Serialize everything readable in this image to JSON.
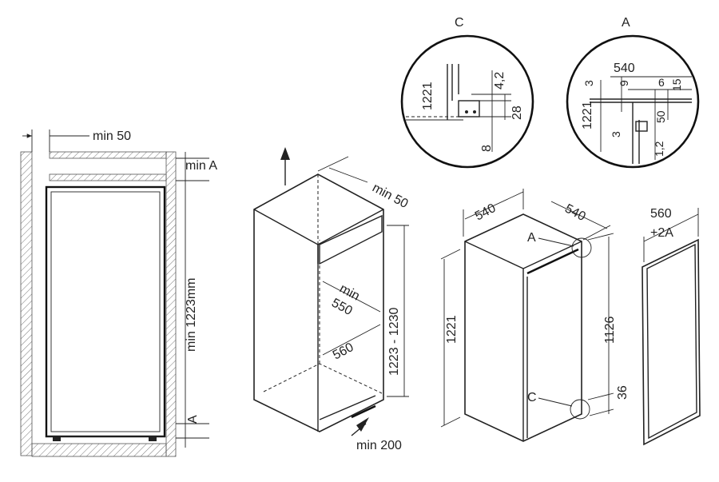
{
  "front_section": {
    "min_50": "min 50",
    "min_a": "min A",
    "min_height": "min 1223mm",
    "a_bottom": "A"
  },
  "niche_iso": {
    "min_50": "min 50",
    "min": "min",
    "w550": "550",
    "w560": "560",
    "height_range": "1223 - 1230",
    "min_200": "min 200"
  },
  "appliance_iso": {
    "depth_540": "540",
    "width_540": "540",
    "height_1221": "1221",
    "door_1126": "1126",
    "bottom_36": "36",
    "detail_a": "A",
    "detail_c": "C"
  },
  "door_panel": {
    "width_560": "560",
    "plus_2a": "+2A"
  },
  "detail_c": {
    "title": "C",
    "v1221": "1221",
    "v4_2": "4,2",
    "v28": "28",
    "v8": "8"
  },
  "detail_a": {
    "title": "A",
    "v540": "540",
    "v3_top": "3",
    "v9": "9",
    "v6": "6",
    "v15": "15",
    "v1221": "1221",
    "v50": "50",
    "v3_mid": "3",
    "v1_2": "1,2"
  }
}
